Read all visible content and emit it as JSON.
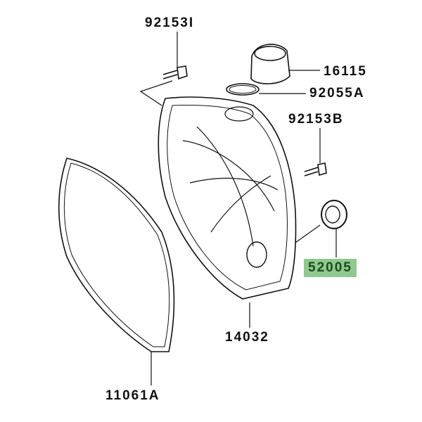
{
  "parts": [
    {
      "number": "92153I"
    },
    {
      "number": "16115"
    },
    {
      "number": "92055A"
    },
    {
      "number": "92153B"
    },
    {
      "number": "52005",
      "highlighted": true
    },
    {
      "number": "14032"
    },
    {
      "number": "11061A"
    }
  ],
  "colors": {
    "highlight": "#8fc98f",
    "highlight_text": "#1d4d1d"
  }
}
